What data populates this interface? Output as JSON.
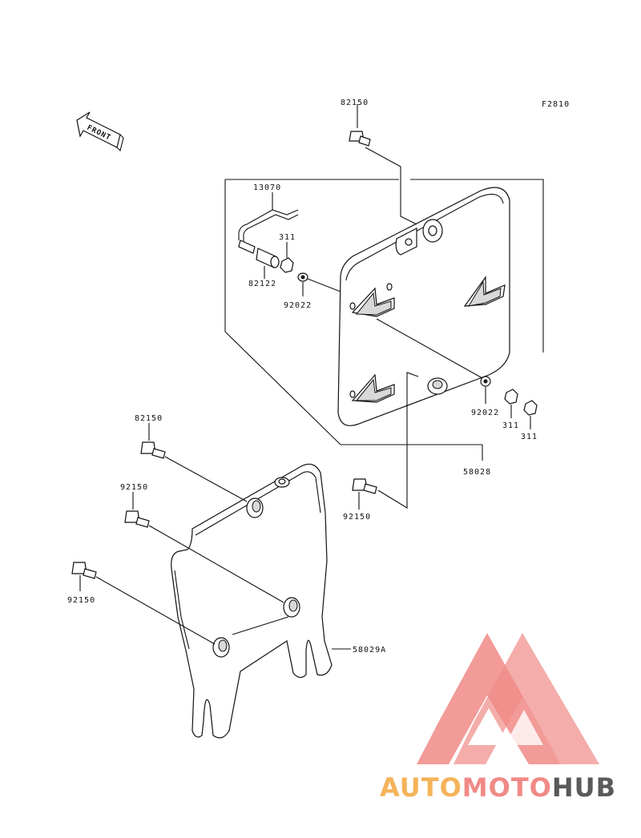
{
  "figure_code": "F2810",
  "front_arrow_text": "FRONT",
  "parts": {
    "bolt_top": "82150",
    "pin": "13070",
    "nut_upper": "311",
    "collar": "82122",
    "washer_upper": "92022",
    "washer_lower": "92022",
    "nut_lower_1": "311",
    "nut_lower_2": "311",
    "plate_assembly": "58028",
    "bolt_left_1": "82150",
    "bolt_left_2": "92150",
    "bolt_left_3": "92150",
    "bolt_mid": "92150",
    "lower_plate": "58029A"
  },
  "watermark": {
    "word_part1": "AUTO",
    "word_part2": "MOTO",
    "word_part3": "HUB",
    "color_orange": "#f5b35a",
    "color_red": "#f08a86",
    "color_gray": "#5a5a5a"
  }
}
